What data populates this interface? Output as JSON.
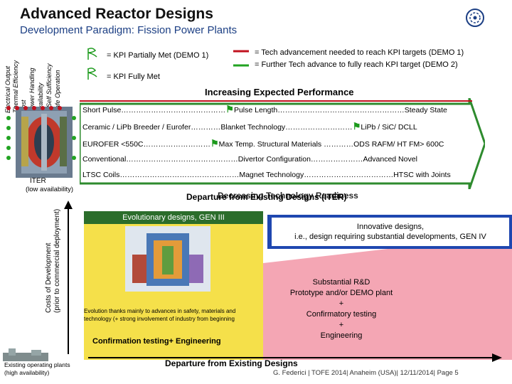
{
  "header": {
    "title": "Advanced Reactor Designs",
    "subtitle": "Development Paradigm: Fission Power Plants"
  },
  "vertical_labels": {
    "criteria": [
      "Safe Operation",
      "T Self Sufficiency",
      "Availability",
      "Power Handling",
      "Cost",
      "Thermal Efficiency",
      "Electrical Output"
    ],
    "iter": "ITER",
    "iter_sub": "(low availability)",
    "costs_line1": "Costs of Development",
    "costs_line2": "(prior to commercial deployment)"
  },
  "legend": {
    "partial": "= KPI Partially Met (DEMO 1)",
    "full": "= KPI Fully Met",
    "tech_advance": "= Tech advancement needed to reach KPI targets (DEMO 1)",
    "further": "= Further Tech advance to fully reach KPI target (DEMO 2)"
  },
  "arrow": {
    "heading": "Increasing Expected Performance",
    "rows": [
      {
        "left": "Short Pulse……………………………………",
        "mid": "Pulse Length……………………………………………",
        "right": "Steady State"
      },
      {
        "left": "Ceramic / LiPb Breeder / Eurofer…………",
        "mid": "Blanket Technology………………………",
        "right": "LiPb / SiC/ DCLL"
      },
      {
        "left": "EUROFER <550C………………………",
        "mid": "Max Temp. Structural Materials …………",
        "right": "ODS RAFM/ HT FM> 600C"
      },
      {
        "left": "Conventional………………………………………",
        "mid": "Divertor Configuration…………………",
        "right": "Advanced Novel"
      },
      {
        "left": "LTSC Coils…………………………………………",
        "mid": "Magnet Technology………………………………",
        "right": "HTSC with Joints"
      }
    ],
    "bottom_label_a": "Departure from Existing Designs (ITER)",
    "bottom_label_b": "Decreasing Technology Readiness"
  },
  "boxes": {
    "evolutionary_title": "Evolutionary designs, GEN III",
    "evolutionary_body": "Evolution thanks mainly to advances in safety, materials and technology (+ strong involvement of industry from beginning",
    "confirmation": "Confirmation testing+ Engineering",
    "innovative_line1": "Innovative designs,",
    "innovative_line2": "i.e., design requiring substantial developments, GEN IV",
    "rd_lines": [
      "Substantial R&D",
      "Prototype and/or DEMO plant",
      "+",
      "Confirmatory testing",
      "+",
      "Engineering"
    ]
  },
  "footer": {
    "existing_line1": "Existing operating plants",
    "existing_line2": "(high availability)",
    "departure": "Departure from Existing Designs",
    "credit": "G. Federici | TOFE 2014| Anaheim (USA)| 12/11/2014| Page 5"
  },
  "colors": {
    "title_blue": "#1c3f84",
    "arrow_green": "#2e8b2e",
    "flag_green": "#1c9a1c",
    "banner_blue": "#1f47b0",
    "yellow": "#f5e04a",
    "pink": "#f4a6b4",
    "legend_red": "#c1121f",
    "legend_green": "#22a322"
  },
  "icons": [
    "logo-icon",
    "flag-icon",
    "reactor-image",
    "tokamak-image",
    "plant-image"
  ]
}
